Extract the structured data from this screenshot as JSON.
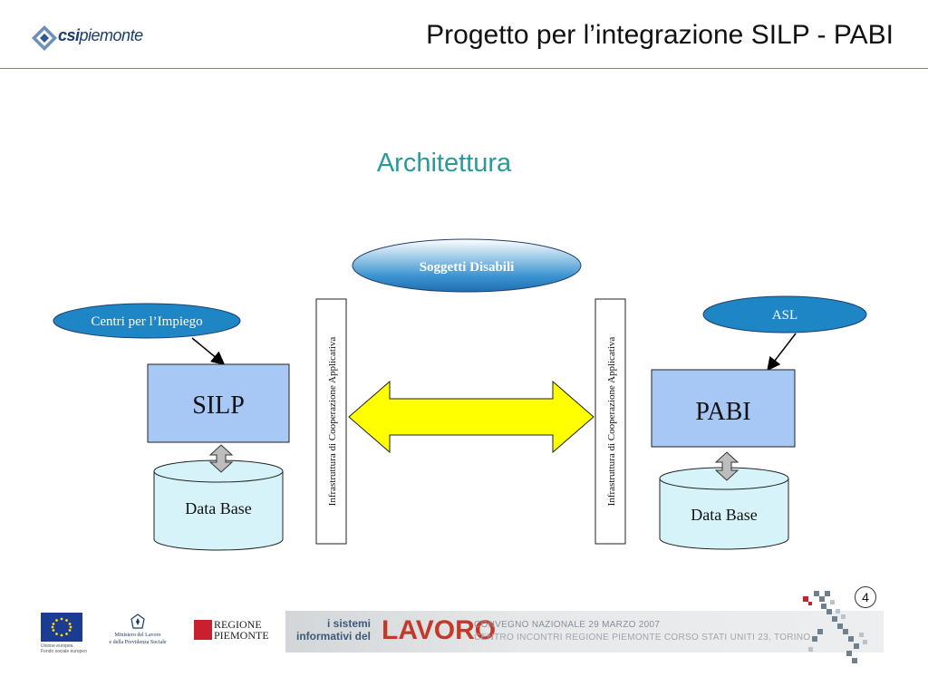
{
  "header": {
    "logo": {
      "prefix": "csi",
      "suffix": "piemonte"
    },
    "title": "Progetto per l’integrazione SILP - PABI"
  },
  "slide": {
    "section_title": "Architettura",
    "page_number": "4"
  },
  "diagram": {
    "top_node": "Soggetti Disabili",
    "left": {
      "actor": "Centri per l’Impiego",
      "system": "SILP",
      "database": "Data Base",
      "infrastructure": "Infrastruttura di Cooperazione Applicativa"
    },
    "right": {
      "actor": "ASL",
      "system": "PABI",
      "database": "Data Base",
      "infrastructure": "Infrastruttura di Cooperazione Applicativa"
    },
    "colors": {
      "ellipse_fill": "#1f86c6",
      "system_fill": "#a7c8f5",
      "database_fill": "#d6f3fa",
      "arrow_fill": "#ffff00",
      "connector_fill": "#bdbdbd"
    }
  },
  "footer": {
    "eu_caption_1": "Unione europea",
    "eu_caption_2": "Fondo sociale europeo",
    "ministero_1": "Ministero del Lavoro",
    "ministero_2": "e della Previdenza Sociale",
    "regione_1": "REGIONE",
    "regione_2": "PIEMONTE",
    "banner_line_1": "i sistemi",
    "banner_line_2": "informativi del",
    "banner_word": "LAVORO",
    "banner_event_1": "CONVEGNO NAZIONALE 29 MARZO 2007",
    "banner_event_2": "CENTRO INCONTRI REGIONE PIEMONTE CORSO STATI UNITI 23, TORINO"
  }
}
